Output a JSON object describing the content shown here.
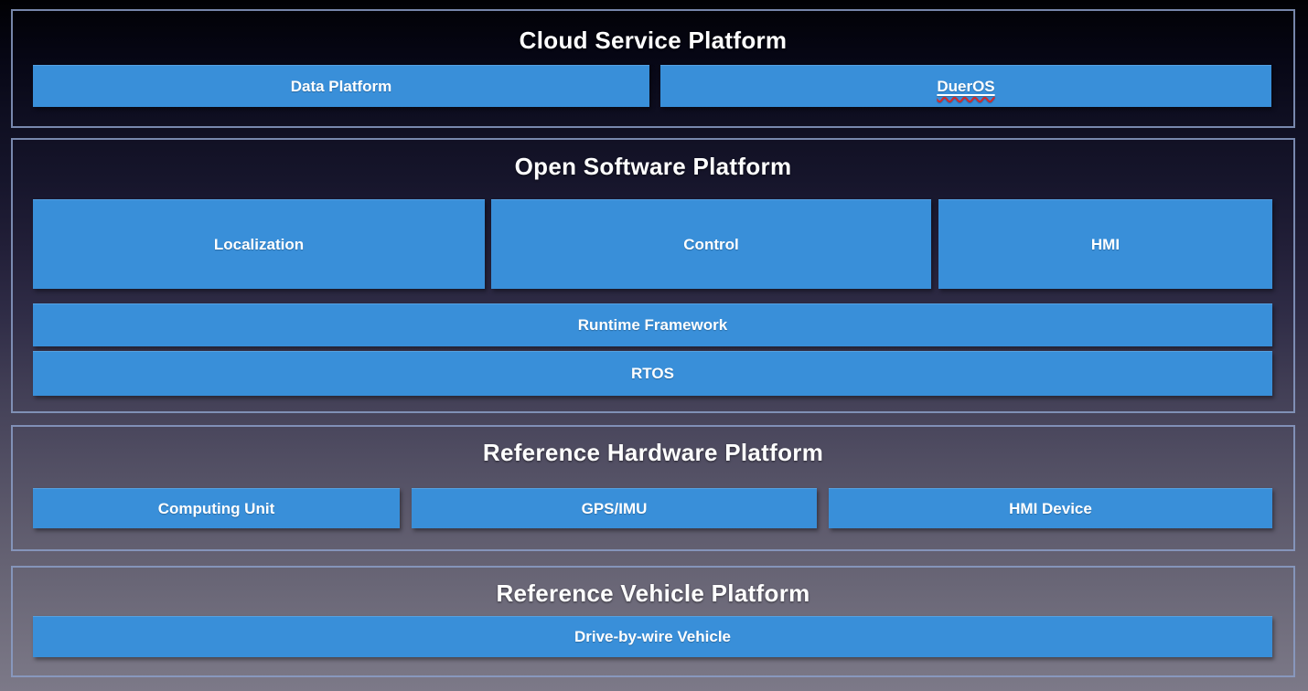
{
  "diagram": {
    "sections": [
      {
        "title": "Cloud Service Platform",
        "boxes": [
          {
            "label": "Data Platform"
          },
          {
            "label": "DuerOS"
          }
        ]
      },
      {
        "title": "Open Software Platform",
        "boxes": [
          {
            "label": "Localization"
          },
          {
            "label": "Control"
          },
          {
            "label": "HMI"
          },
          {
            "label": "Runtime Framework"
          },
          {
            "label": "RTOS"
          }
        ]
      },
      {
        "title": "Reference Hardware Platform",
        "boxes": [
          {
            "label": "Computing Unit"
          },
          {
            "label": "GPS/IMU"
          },
          {
            "label": "HMI Device"
          }
        ]
      },
      {
        "title": "Reference Vehicle Platform",
        "boxes": [
          {
            "label": "Drive-by-wire Vehicle"
          }
        ]
      }
    ],
    "colors": {
      "box_fill": "#398fd9",
      "section_border": "#8b9ec7",
      "title_text": "#ffffff",
      "box_text": "#ffffff",
      "spellcheck_squiggle": "#d42a2a",
      "background_top": "#010104",
      "background_bottom": "#7c7988"
    }
  }
}
